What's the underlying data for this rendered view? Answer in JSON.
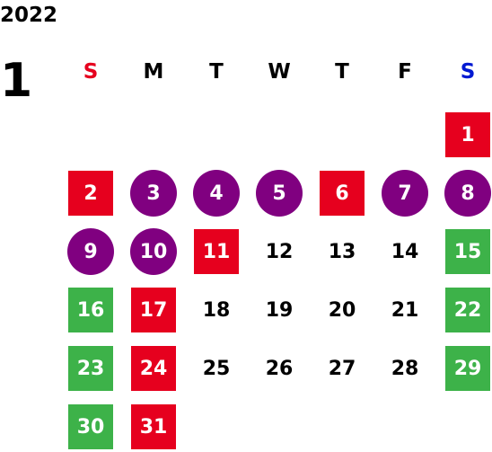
{
  "calendar": {
    "year": "2022",
    "month": "1",
    "weekdays": [
      {
        "label": "S",
        "color": "#e6001e"
      },
      {
        "label": "M",
        "color": "#000000"
      },
      {
        "label": "T",
        "color": "#000000"
      },
      {
        "label": "W",
        "color": "#000000"
      },
      {
        "label": "T",
        "color": "#000000"
      },
      {
        "label": "F",
        "color": "#000000"
      },
      {
        "label": "S",
        "color": "#0019d2"
      }
    ],
    "colors": {
      "red": "#e6001e",
      "purple": "#800080",
      "green": "#3db249",
      "text": "#000000"
    },
    "first_weekday_index": 6,
    "days": [
      {
        "label": "1",
        "style": "red"
      },
      {
        "label": "2",
        "style": "red"
      },
      {
        "label": "3",
        "style": "purple"
      },
      {
        "label": "4",
        "style": "purple"
      },
      {
        "label": "5",
        "style": "purple"
      },
      {
        "label": "6",
        "style": "red"
      },
      {
        "label": "7",
        "style": "purple"
      },
      {
        "label": "8",
        "style": "purple"
      },
      {
        "label": "9",
        "style": "purple"
      },
      {
        "label": "10",
        "style": "purple"
      },
      {
        "label": "11",
        "style": "red"
      },
      {
        "label": "12",
        "style": "plain"
      },
      {
        "label": "13",
        "style": "plain"
      },
      {
        "label": "14",
        "style": "plain"
      },
      {
        "label": "15",
        "style": "green"
      },
      {
        "label": "16",
        "style": "green"
      },
      {
        "label": "17",
        "style": "red"
      },
      {
        "label": "18",
        "style": "plain"
      },
      {
        "label": "19",
        "style": "plain"
      },
      {
        "label": "20",
        "style": "plain"
      },
      {
        "label": "21",
        "style": "plain"
      },
      {
        "label": "22",
        "style": "green"
      },
      {
        "label": "23",
        "style": "green"
      },
      {
        "label": "24",
        "style": "red"
      },
      {
        "label": "25",
        "style": "plain"
      },
      {
        "label": "26",
        "style": "plain"
      },
      {
        "label": "27",
        "style": "plain"
      },
      {
        "label": "28",
        "style": "plain"
      },
      {
        "label": "29",
        "style": "green"
      },
      {
        "label": "30",
        "style": "green"
      },
      {
        "label": "31",
        "style": "red"
      }
    ]
  }
}
